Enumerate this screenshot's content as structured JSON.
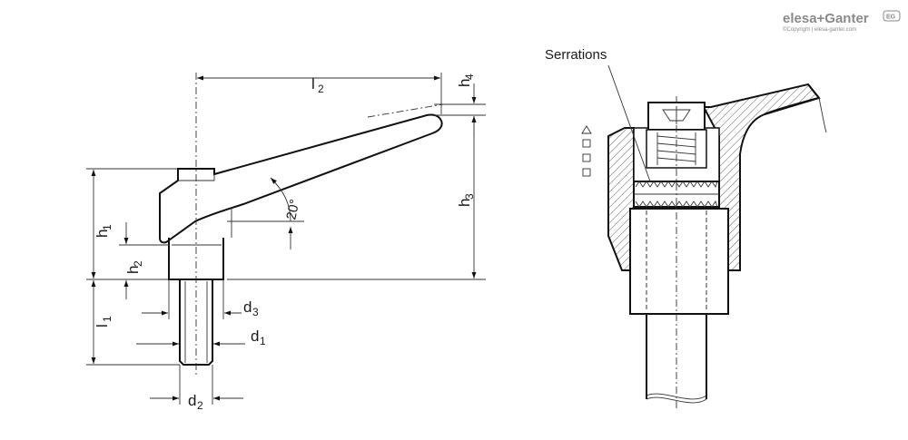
{
  "brand": {
    "name": "elesa+Ganter",
    "copyright": "©Copyright | elesa-ganter.com",
    "badge": "EG"
  },
  "labels": {
    "l1": "l",
    "l1_sub": "1",
    "l2": "l",
    "l2_sub": "2",
    "h1": "h",
    "h1_sub": "1",
    "h2": "h",
    "h2_sub": "2",
    "h3": "h",
    "h3_sub": "3",
    "h4": "h",
    "h4_sub": "4",
    "d1": "d",
    "d1_sub": "1",
    "d2": "d",
    "d2_sub": "2",
    "d3": "d",
    "d3_sub": "3",
    "angle": "20°",
    "serrations": "Serrations"
  }
}
